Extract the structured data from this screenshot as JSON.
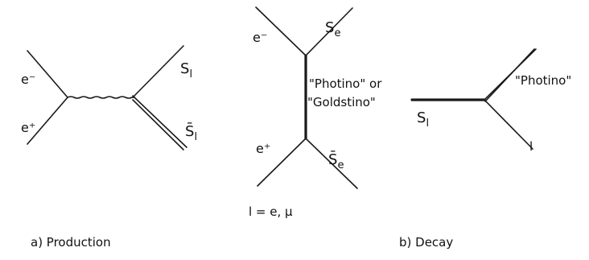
{
  "production": {
    "e_minus": "e⁻",
    "e_plus": "e⁺",
    "s_l": "S",
    "s_l_sub": "l",
    "s_l_bar": "S̄",
    "s_l_bar_sub": "l",
    "caption": "a) Production"
  },
  "decay_exchange": {
    "e_minus": "e⁻",
    "s_e": "S",
    "s_e_sub": "e",
    "photino_or": "\"Photino\" or",
    "goldstino": "\"Goldstino\"",
    "e_plus": "e⁺",
    "s_e_bar": "S̄",
    "s_e_bar_sub": "e",
    "lepton_note": "l = e, μ"
  },
  "decay": {
    "s_l": "S",
    "s_l_sub": "l",
    "photino": "\"Photino\"",
    "lepton": "l",
    "caption": "b) Decay"
  }
}
